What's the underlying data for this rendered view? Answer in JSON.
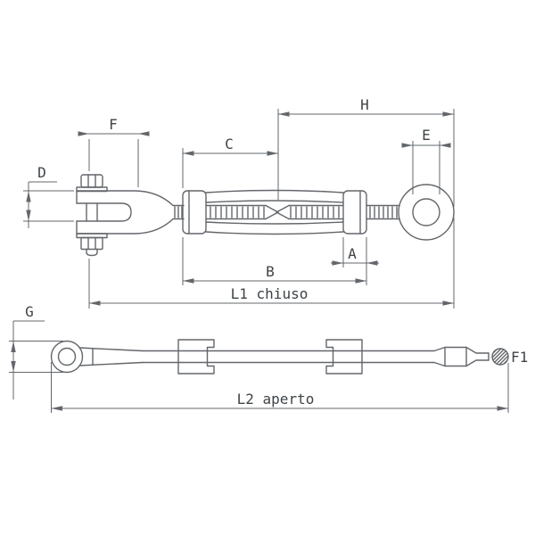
{
  "page": {
    "background": "#ffffff",
    "description": "Technical dimension drawing of a turnbuckle with jaw and eye end fittings, shown closed (top view) and open (bottom view)"
  },
  "colors": {
    "line": "#63676b",
    "label": "#3e4347"
  },
  "views": {
    "closed": {
      "dims": {
        "F": "F",
        "C": "C",
        "H": "H",
        "E": "E",
        "D": "D",
        "A": "A",
        "B": "B",
        "L1": "L1 chiuso"
      }
    },
    "open": {
      "dims": {
        "G": "G",
        "L2": "L2 aperto",
        "F1": "F1"
      }
    }
  }
}
